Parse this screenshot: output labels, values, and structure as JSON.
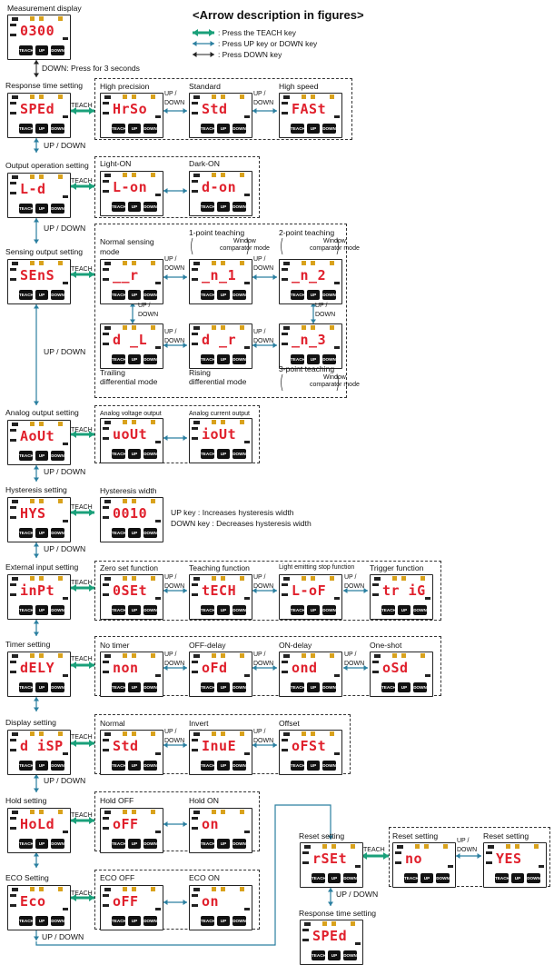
{
  "legend": {
    "title": "<Arrow description in figures>",
    "items": [
      {
        "color": "#1aa07a",
        "text": ": Press the TEACH key"
      },
      {
        "color": "#2a7fa0",
        "text": ": Press UP key or DOWN key"
      },
      {
        "color": "#222222",
        "text": ": Press DOWN key"
      }
    ]
  },
  "buttons": [
    "TEACH",
    "UP",
    "DOWN"
  ],
  "labels": {
    "measurement": "Measurement display",
    "down3": "DOWN: Press for 3 seconds",
    "teach": "TEACH",
    "updown1": "UP /",
    "updown2": "DOWN",
    "updown_row": "UP / DOWN",
    "response": "Response time setting",
    "high_precision": "High precision",
    "standard": "Standard",
    "high_speed": "High speed",
    "output": "Output operation setting",
    "light_on": "Light-ON",
    "dark_on": "Dark-ON",
    "sensing": "Sensing output setting",
    "normal_sensing": "Normal sensing",
    "mode": "mode",
    "one_point": "1-point teaching",
    "two_point": "2-point teaching",
    "three_point": "3-point teaching",
    "window": "Window",
    "comparator": "comparator mode",
    "trailing": "Trailing",
    "rising": "Rising",
    "differential": "differential mode",
    "analog": "Analog output setting",
    "analog_voltage": "Analog voltage output",
    "analog_current": "Analog current output",
    "hysteresis": "Hysteresis setting",
    "hysteresis_width": "Hysteresis width",
    "hys_up": "UP key      : Increases hysteresis width",
    "hys_down": "DOWN key : Decreases hysteresis width",
    "external": "External input setting",
    "zero_set": "Zero set function",
    "teaching_fn": "Teaching function",
    "light_stop": "Light emitting stop function",
    "trigger": "Trigger function",
    "timer": "Timer setting",
    "no_timer": "No timer",
    "off_delay": "OFF-delay",
    "on_delay": "ON-delay",
    "one_shot": "One-shot",
    "display": "Display setting",
    "normal": "Normal",
    "invert": "Invert",
    "offset": "Offset",
    "hold": "Hold setting",
    "hold_off": "Hold OFF",
    "hold_on": "Hold ON",
    "eco": "ECO Setting",
    "eco_off": "ECO OFF",
    "eco_on": "ECO ON",
    "reset": "Reset setting",
    "reset_ch": "Reset setting",
    "response_end": "Response time setting"
  },
  "displays": {
    "measure": "0300",
    "sped": "SPEd",
    "hrso": "HrSo",
    "std": "Std",
    "fast": "FASt",
    "ld": "L-d",
    "lon": "L-on",
    "don": "d-on",
    "sens": "SEnS",
    "nr": "__r",
    "n1": "_n_1",
    "n2": "_n_2",
    "dl": "d _L",
    "dr": "d _r",
    "n3": "_n_3",
    "aout": "AoUt",
    "uout": "uoUt",
    "iout": "ioUt",
    "hys": "HYS",
    "hysval": "0010",
    "inpt": "inPt",
    "oset": "0SEt",
    "tech": "tECH",
    "lof": "L-oF",
    "trig": "tr iG",
    "dely": "dELY",
    "non": "non",
    "ofd": "oFd",
    "ond": "ond",
    "osd": "oSd",
    "disp": "d iSP",
    "std2": "Std",
    "inuc": "InuE",
    "ofst": "oFSt",
    "hold": "HoLd",
    "off": "oFF",
    "on": "on",
    "eco": "Eco",
    "off2": "oFF",
    "on2": "on",
    "rset": "rSEt",
    "no": "no",
    "yes": "YES",
    "sped2": "SPEd"
  }
}
